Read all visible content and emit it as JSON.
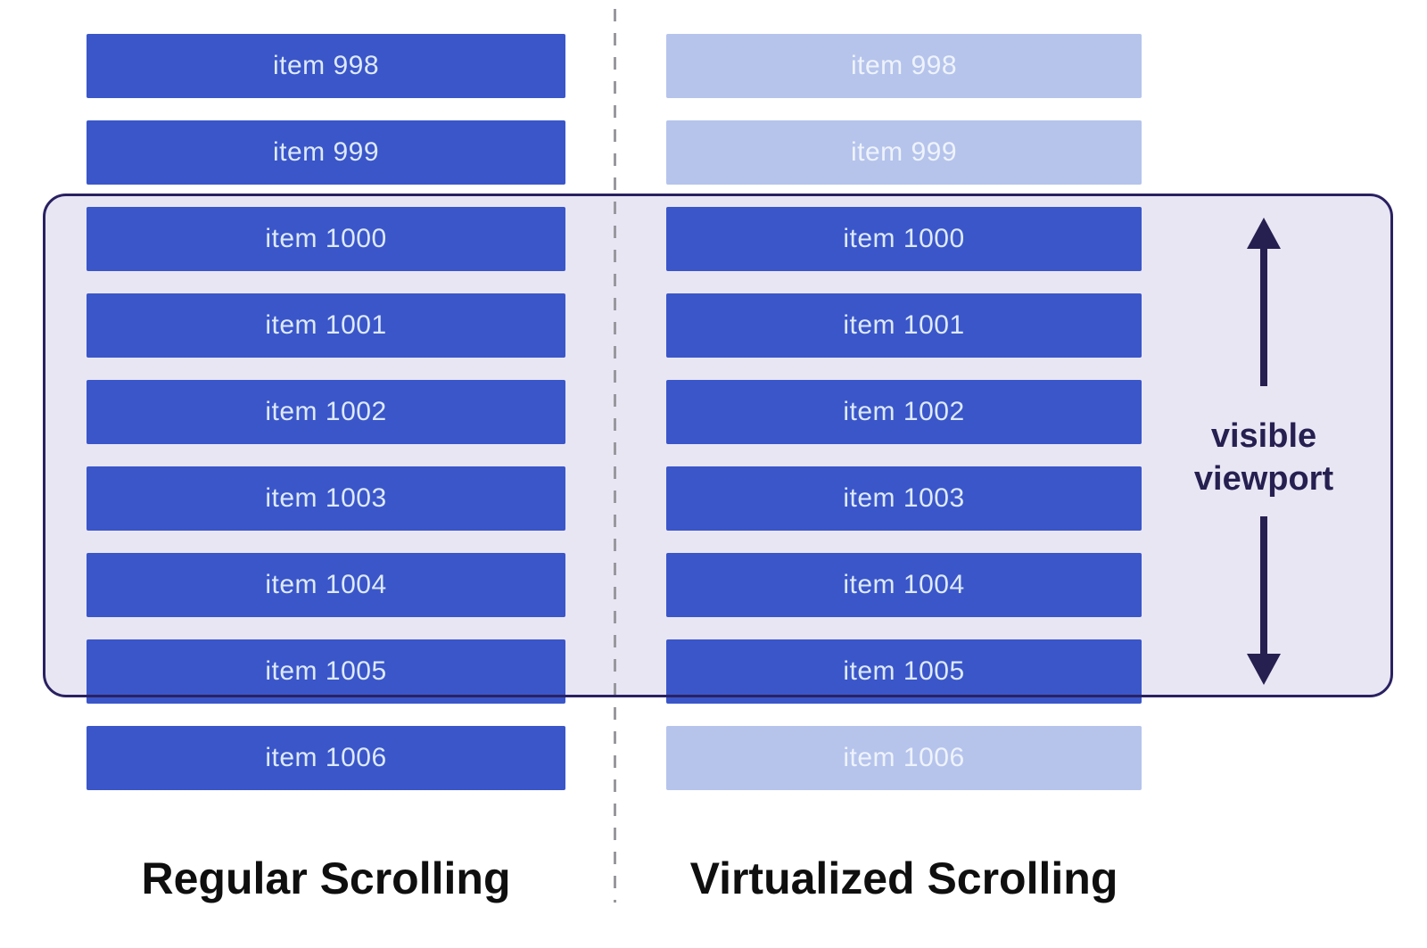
{
  "panels": [
    {
      "title": "Regular Scrolling",
      "items": [
        {
          "label": "item 998",
          "state": "solid"
        },
        {
          "label": "item 999",
          "state": "solid"
        },
        {
          "label": "item 1000",
          "state": "solid"
        },
        {
          "label": "item 1001",
          "state": "solid"
        },
        {
          "label": "item 1002",
          "state": "solid"
        },
        {
          "label": "item 1003",
          "state": "solid"
        },
        {
          "label": "item 1004",
          "state": "solid"
        },
        {
          "label": "item 1005",
          "state": "solid"
        },
        {
          "label": "item 1006",
          "state": "solid"
        }
      ]
    },
    {
      "title": "Virtualized Scrolling",
      "items": [
        {
          "label": "item 998",
          "state": "faded"
        },
        {
          "label": "item 999",
          "state": "faded"
        },
        {
          "label": "item 1000",
          "state": "solid"
        },
        {
          "label": "item 1001",
          "state": "solid"
        },
        {
          "label": "item 1002",
          "state": "solid"
        },
        {
          "label": "item 1003",
          "state": "solid"
        },
        {
          "label": "item 1004",
          "state": "solid"
        },
        {
          "label": "item 1005",
          "state": "solid"
        },
        {
          "label": "item 1006",
          "state": "faded"
        }
      ]
    }
  ],
  "viewport": {
    "label": "visible viewport"
  },
  "colors": {
    "page_bg": "#ffffff",
    "solid_bar": "#3a56c9",
    "faded_bar": "#b6c4ec",
    "bar_text": "#dde9f9",
    "faded_bar_text": "#eef3fb",
    "viewport_fill": "#e9e6f4",
    "viewport_border": "#2a2161",
    "annotation": "#262051",
    "divider": "#98989e",
    "title_text": "#0f0f0f"
  }
}
